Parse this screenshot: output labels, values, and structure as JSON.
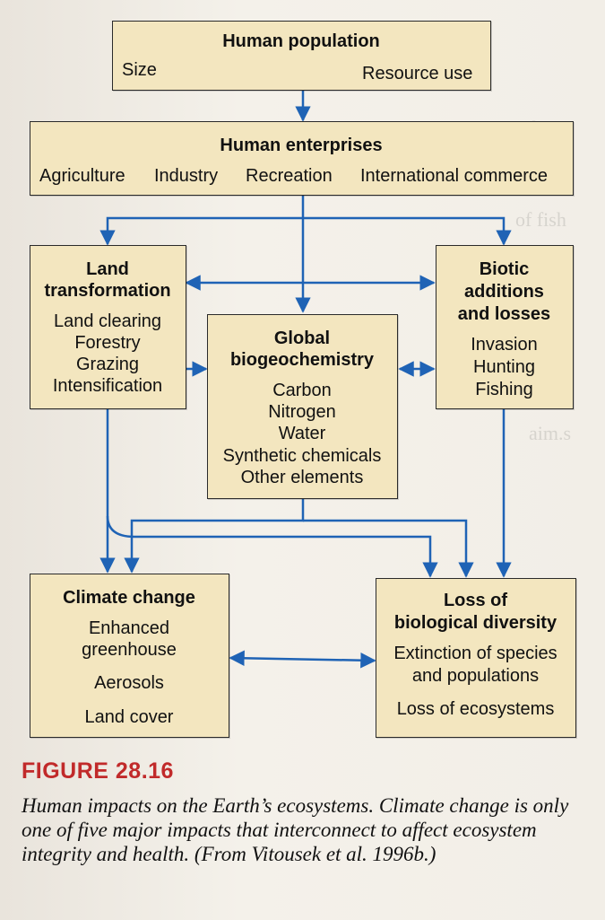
{
  "boxes": {
    "human_population": {
      "title": "Human population",
      "left": "Size",
      "right": "Resource use"
    },
    "human_enterprises": {
      "title": "Human enterprises",
      "items": [
        "Agriculture",
        "Industry",
        "Recreation",
        "International commerce"
      ]
    },
    "land_transformation": {
      "title": [
        "Land",
        "transformation"
      ],
      "items": [
        "Land clearing",
        "Forestry",
        "Grazing",
        "Intensification"
      ]
    },
    "global_biogeochemistry": {
      "title": [
        "Global",
        "biogeochemistry"
      ],
      "items": [
        "Carbon",
        "Nitrogen",
        "Water",
        "Synthetic chemicals",
        "Other elements"
      ]
    },
    "biotic_additions": {
      "title": [
        "Biotic",
        "additions",
        "and losses"
      ],
      "items": [
        "Invasion",
        "Hunting",
        "Fishing"
      ]
    },
    "climate_change": {
      "title": "Climate change",
      "items": [
        "Enhanced",
        "greenhouse",
        "Aerosols",
        "Land cover"
      ]
    },
    "loss_biodiversity": {
      "title": [
        "Loss of",
        "biological diversity"
      ],
      "items": [
        "Extinction of species",
        "and populations",
        "Loss of ecosystems"
      ]
    }
  },
  "figure_label": "FIGURE 28.16",
  "caption": "Human impacts on the Earth’s ecosystems. Climate change is only one of five major impacts that interconnect to affect ecosystem integrity and health. (From Vitousek et al. 1996b.)",
  "colors": {
    "arrow": "#1f63b5",
    "box_fill": "#f3e6bf",
    "figure_label": "#c12a2a"
  }
}
